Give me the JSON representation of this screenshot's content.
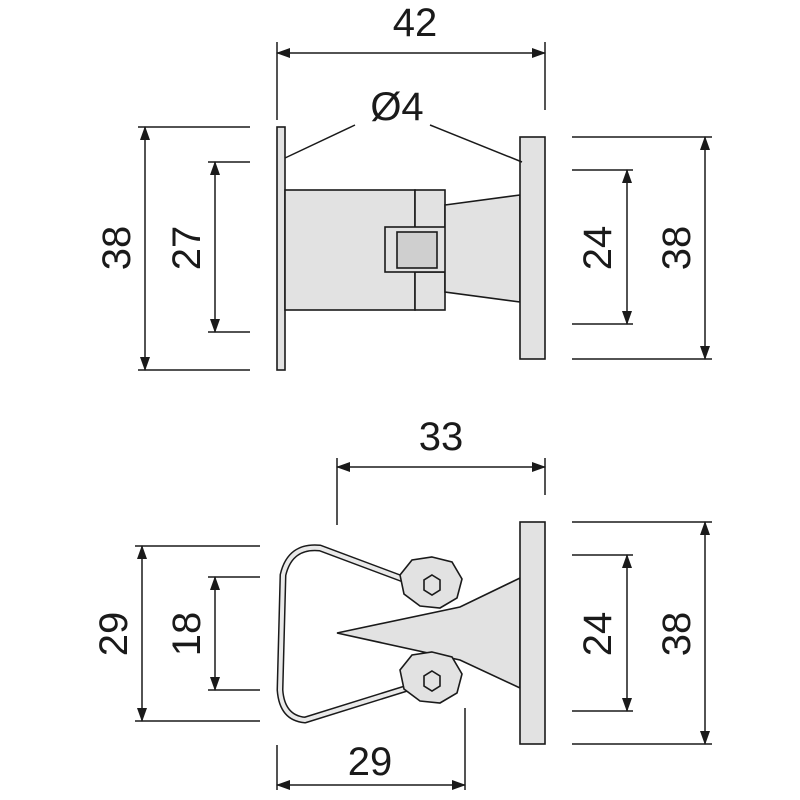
{
  "top_view": {
    "overall_width": "42",
    "hole_diameter": "Ø4",
    "left_outer_height": "38",
    "left_inner_height": "27",
    "right_inner_height": "24",
    "right_outer_height": "38"
  },
  "bottom_view": {
    "top_width": "33",
    "left_outer_height": "29",
    "left_inner_height": "18",
    "right_inner_height": "24",
    "right_outer_height": "38",
    "bottom_width": "29"
  },
  "colors": {
    "line": "#1a1a1a",
    "part_fill": "#e2e2e2",
    "background": "#ffffff"
  }
}
